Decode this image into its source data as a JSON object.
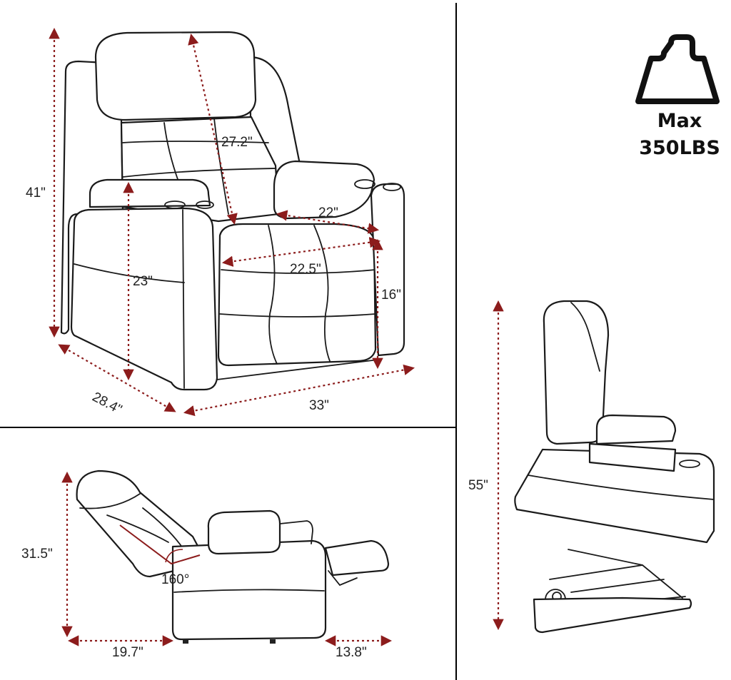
{
  "weight": {
    "line1": "Max",
    "line2": "350LBS"
  },
  "front_view": {
    "height_overall": "41\"",
    "back_height": "27.2\"",
    "arm_depth": "22\"",
    "seat_width": "22.5\"",
    "arm_height": "23\"",
    "seat_height": "16\"",
    "depth": "28.4\"",
    "width": "33\""
  },
  "recline_view": {
    "height": "31.5\"",
    "angle": "160°",
    "back_clearance": "19.7\"",
    "front_clearance": "13.8\""
  },
  "lift_view": {
    "height": "55\""
  },
  "colors": {
    "arrow": "#8c1c1c",
    "line": "#1a1a1a"
  }
}
